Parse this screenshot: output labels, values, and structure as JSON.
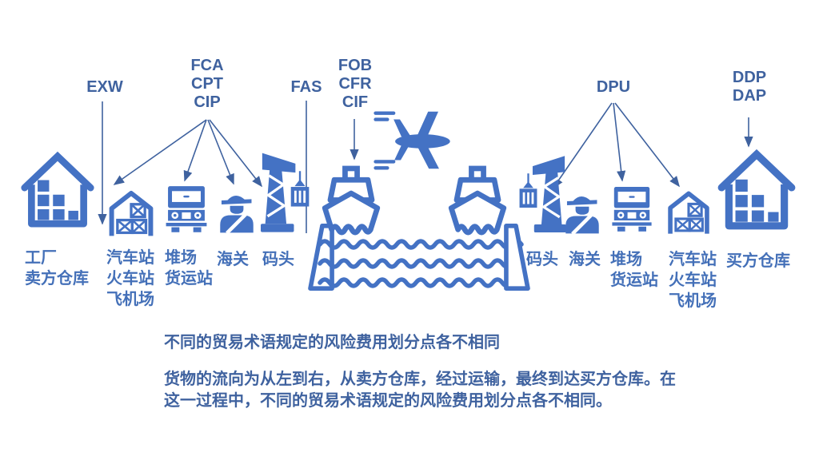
{
  "colors": {
    "primary": "#4472C4",
    "label": "#4470B8",
    "text": "#3F629F"
  },
  "terms": {
    "exw": "EXW",
    "fca": [
      "FCA",
      "CPT",
      "CIP"
    ],
    "fas": "FAS",
    "fob": [
      "FOB",
      "CFR",
      "CIF"
    ],
    "dpu": "DPU",
    "ddp": [
      "DDP",
      "DAP"
    ]
  },
  "locations": {
    "seller": [
      "工厂",
      "卖方仓库"
    ],
    "station_left": [
      "汽车站",
      "火车站",
      "飞机场"
    ],
    "yard_left": [
      "堆场",
      "货运站"
    ],
    "customs_left": "海关",
    "dock_left": "码头",
    "dock_right": "码头",
    "customs_right": "海关",
    "yard_right": [
      "堆场",
      "货运站"
    ],
    "station_right": [
      "汽车站",
      "火车站",
      "飞机场"
    ],
    "buyer": "买方仓库"
  },
  "notes": {
    "headline": "不同的贸易术语规定的风险费用划分点各不相同",
    "paragraph": "货物的流向为从左到右，从卖方仓库，经过运输，最终到达买方仓库。在这一过程中，不同的贸易术语规定的风险费用划分点各不相同。"
  },
  "icons": {
    "seller": "warehouse-house-icon",
    "station": "garage-crates-icon",
    "yard": "truck-icon",
    "customs": "customs-officer-icon",
    "dock": "harbor-crane-icon",
    "pier": "pier-wedge-icon",
    "ship": "cargo-ship-icon",
    "sea": "waves-icon",
    "air": "airplane-icon",
    "buyer": "warehouse-house-icon"
  }
}
